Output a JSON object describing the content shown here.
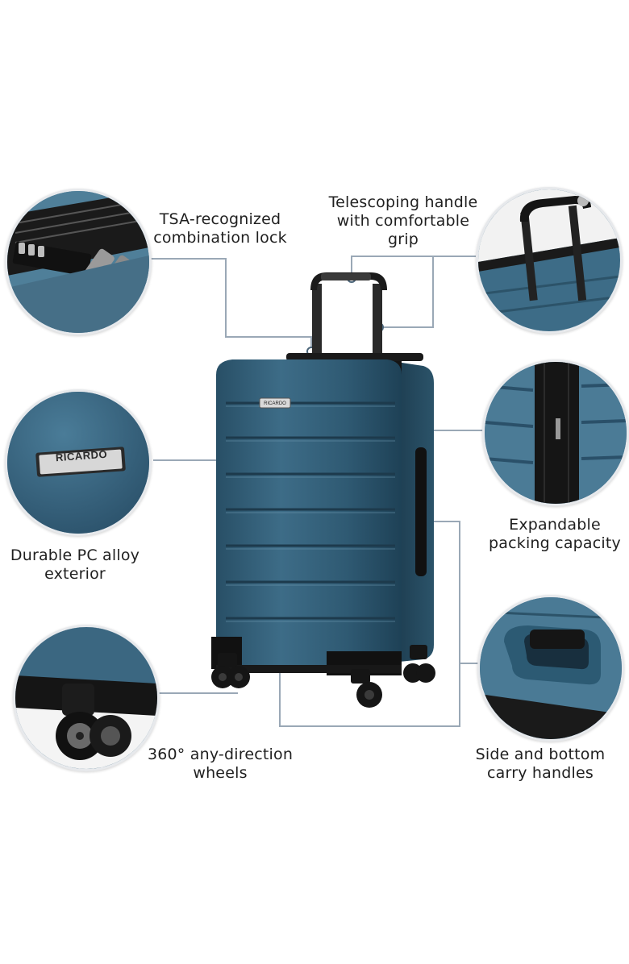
{
  "brand": "RICARDO",
  "colors": {
    "shell": "#2f5a73",
    "shell_light": "#4d7f9a",
    "shell_dark": "#1d3f53",
    "trim": "#1a1a1a",
    "leader_line": "#9aa8b6"
  },
  "features": {
    "lock": {
      "line1": "TSA-recognized",
      "line2": "combination lock"
    },
    "handle": {
      "line1": "Telescoping handle",
      "line2": "with comfortable",
      "line3": "grip"
    },
    "exterior": {
      "line1": "Durable PC alloy",
      "line2": "exterior"
    },
    "expandable": {
      "line1": "Expandable",
      "line2": "packing capacity"
    },
    "wheels": {
      "line1": "360° any-direction",
      "line2": "wheels"
    },
    "carry": {
      "line1": "Side and bottom",
      "line2": "carry handles"
    }
  }
}
